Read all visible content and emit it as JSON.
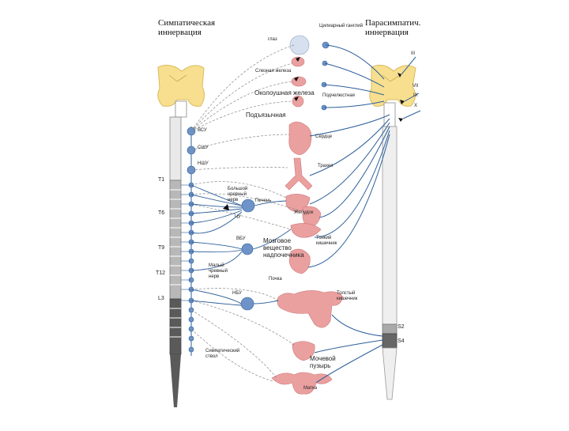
{
  "headings": {
    "sympathetic": [
      "Симпатическая",
      "иннервация"
    ],
    "parasympathetic": [
      "Парасимпатич.",
      "иннервация"
    ]
  },
  "organ_labels": {
    "ciliary": "Цилиарный ганглий",
    "eye": "глаз",
    "lacrimal": "Слезная железа",
    "parotid": "Околоушная железа",
    "submandibular": "Подчелюстная",
    "sublingual": "Подъязычная",
    "heart": "Сердце",
    "trachea": "Трахея",
    "liver": "Печень",
    "stomach": "Желудок",
    "kidney": "Почка",
    "small_intestine": "Тонкий кишечник",
    "large_intestine": "Толстый кишечник",
    "adrenal": "Мозговое вещество надпочечника",
    "bladder": "Мочевой пузырь",
    "uterus": "Матка",
    "splanchnic_major": "Большой чревный нерв",
    "splanchnic_minor": "Малый чревный нерв",
    "sympathetic_trunk": "Симпатический ствол"
  },
  "ganglia_labels": {
    "vcg": "ВСУ",
    "mcg": "СШУ",
    "icg": "НШУ",
    "celiac": "ЧУ",
    "smg": "ВБУ",
    "img": "НБУ"
  },
  "cranial_nerves": [
    "III",
    "VII",
    "IX",
    "X"
  ],
  "spinal_levels": [
    "Т1",
    "Т6",
    "Т9",
    "Т12",
    "L3"
  ],
  "sacral_levels": [
    "S2",
    "S4"
  ],
  "colors": {
    "nerve": "#2d5f9a",
    "ganglion": "#6f93c8",
    "organ": "#eba0a0",
    "brainstem": "#f7df8f",
    "cord_dark": "#5a5a5a"
  }
}
